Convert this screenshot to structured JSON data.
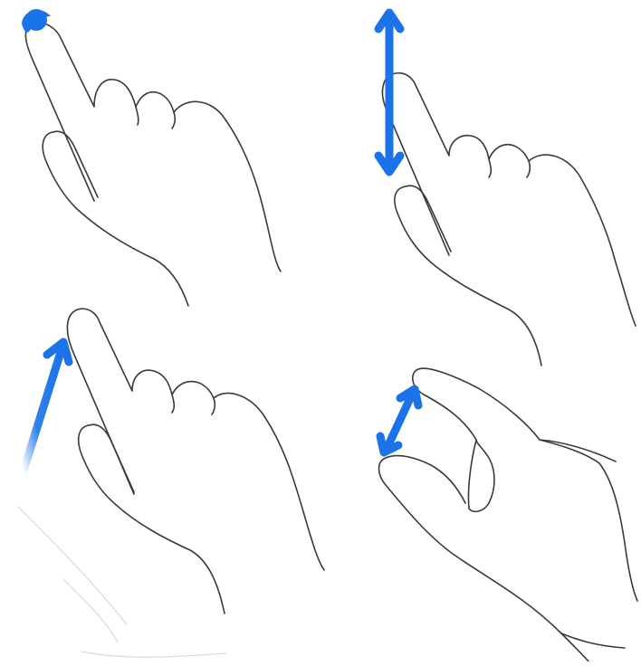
{
  "accent_color": "#1a73e8",
  "outline_color": "#3a3a3a",
  "background_color": "#ffffff",
  "gestures": [
    {
      "name": "tap",
      "icon": "tap-dot-icon"
    },
    {
      "name": "drag",
      "icon": "vertical-double-arrow-icon"
    },
    {
      "name": "swipe",
      "icon": "diagonal-swipe-arrow-icon"
    },
    {
      "name": "pinch",
      "icon": "pinch-double-arrow-icon"
    }
  ]
}
